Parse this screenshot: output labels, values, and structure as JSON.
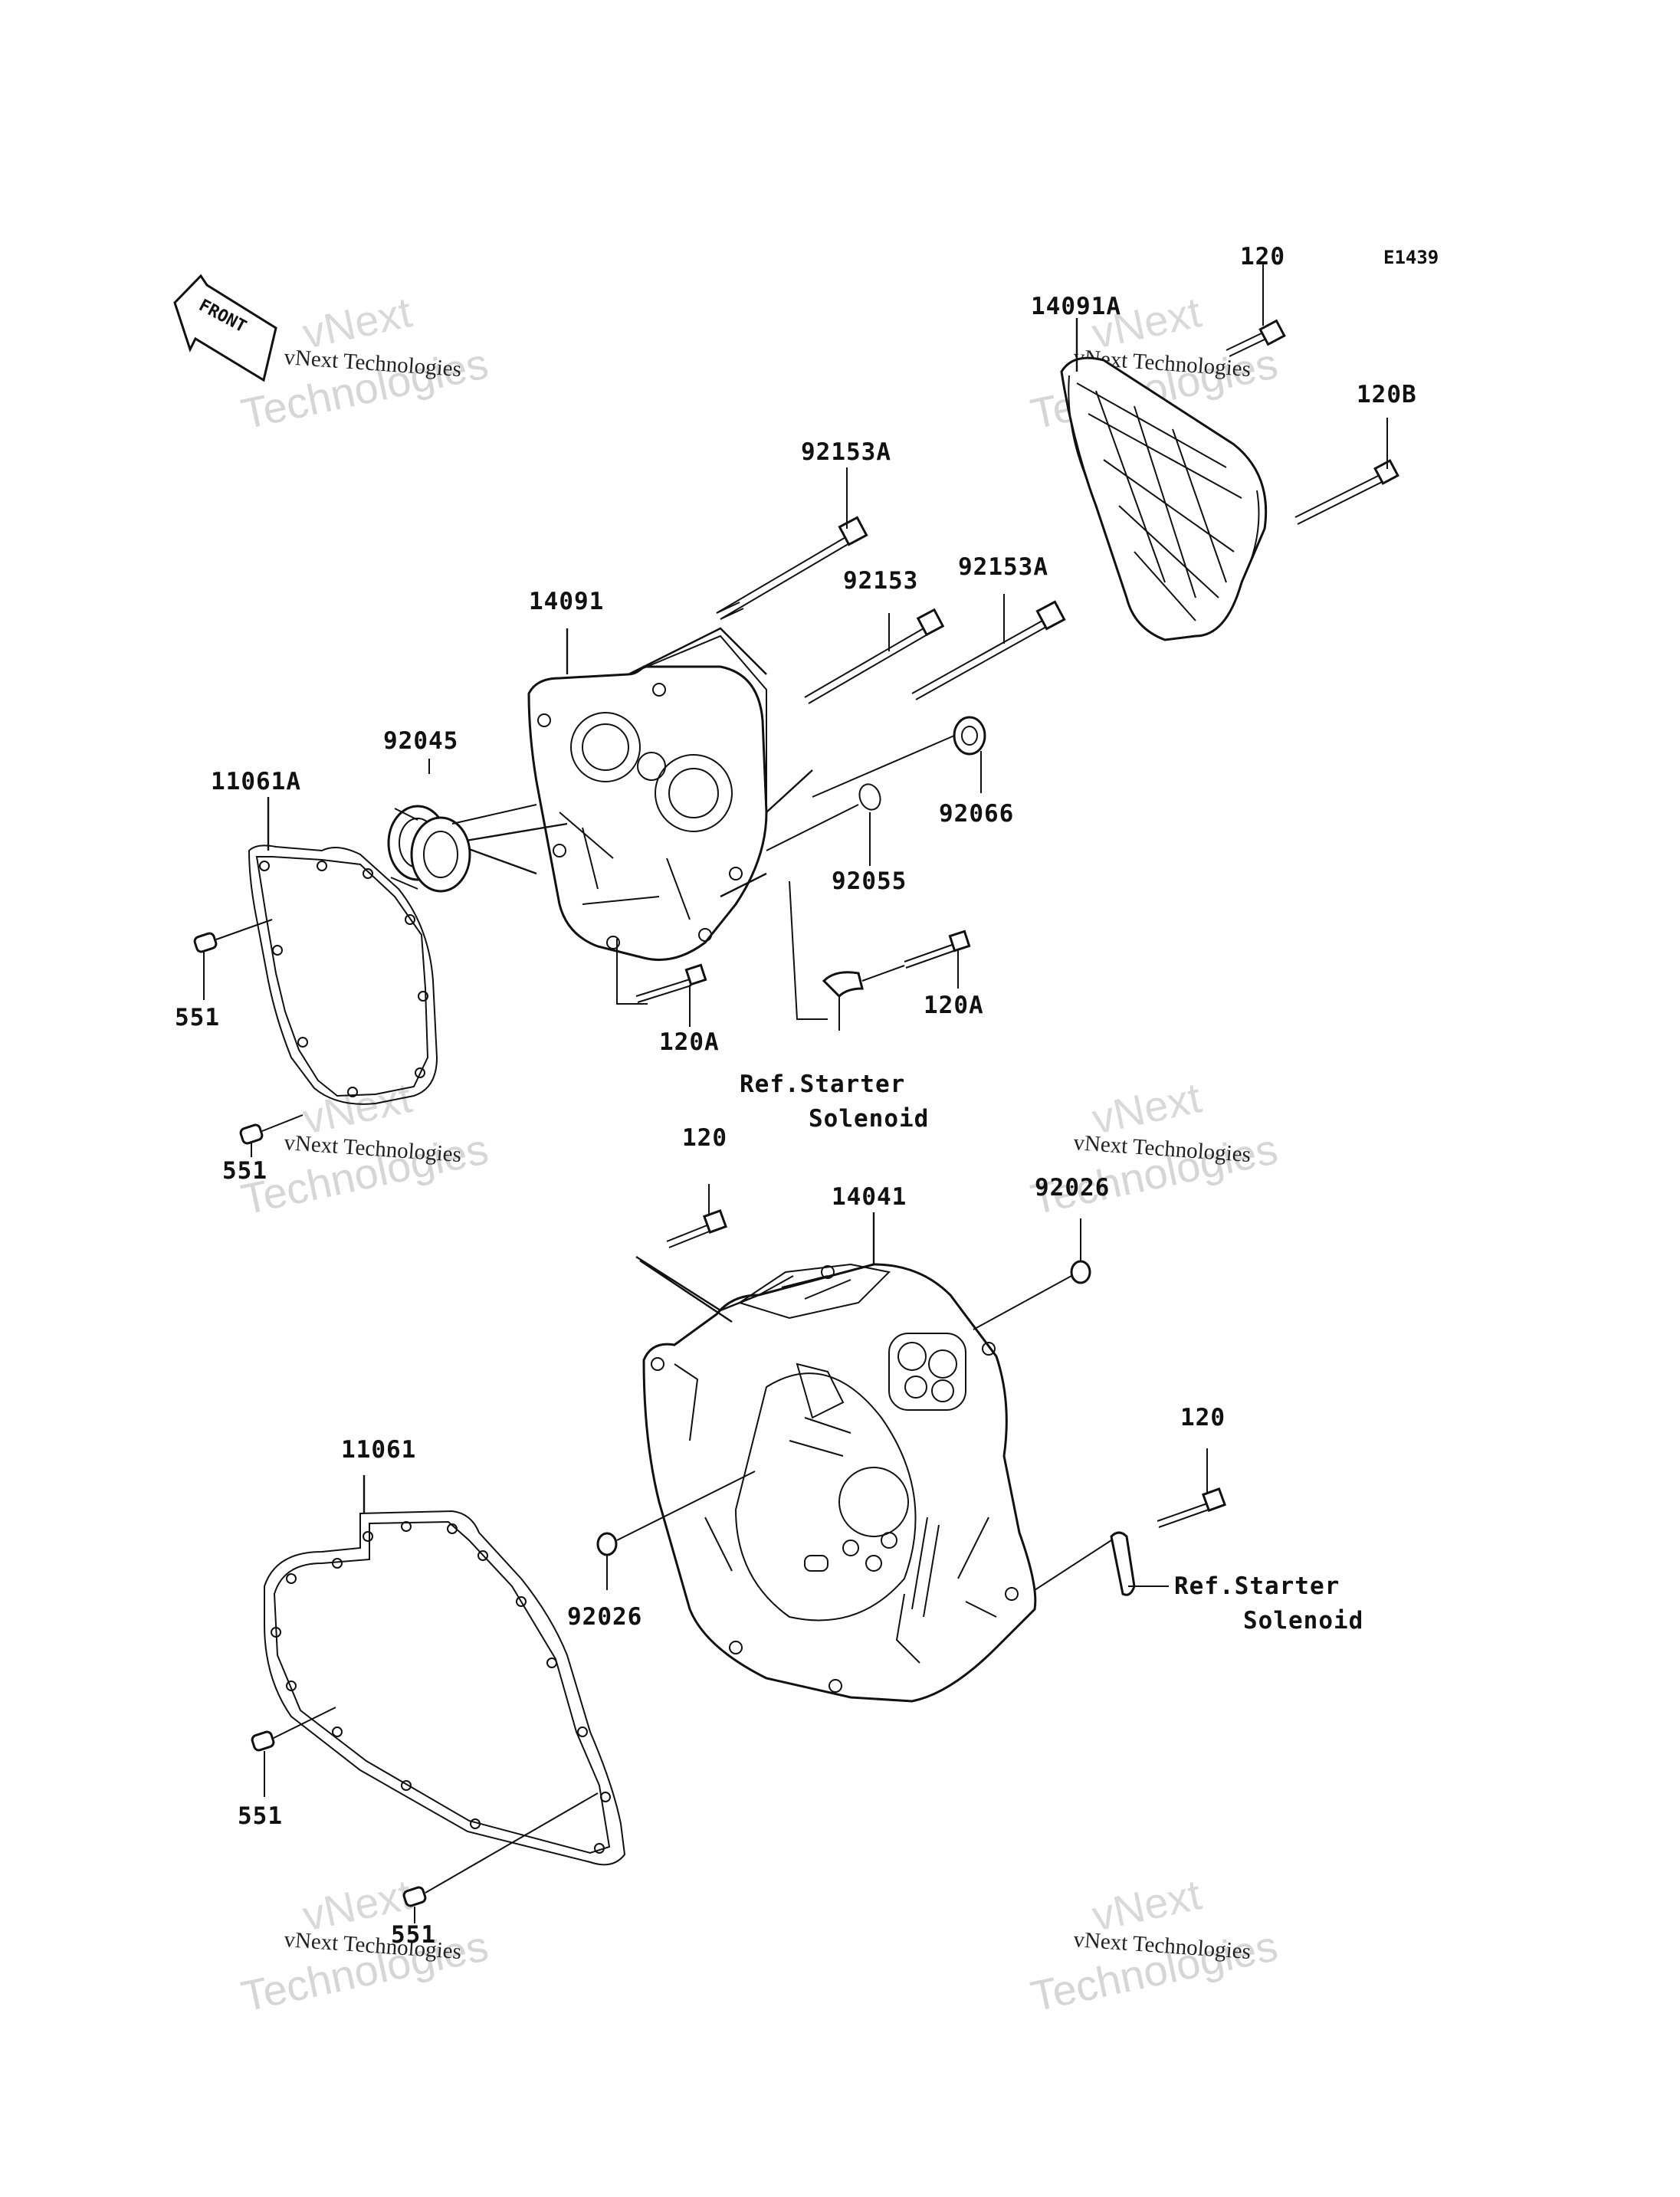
{
  "diagram_code": "E1439",
  "front_label": "FRONT",
  "watermark": {
    "line1": "vNext",
    "line2": "Technologies",
    "caption": "vNext Technologies"
  },
  "labels": [
    {
      "id": "l-120-top",
      "text": "120"
    },
    {
      "id": "l-14091A",
      "text": "14091A"
    },
    {
      "id": "l-120B",
      "text": "120B"
    },
    {
      "id": "l-92153A-1",
      "text": "92153A"
    },
    {
      "id": "l-92153",
      "text": "92153"
    },
    {
      "id": "l-92153A-2",
      "text": "92153A"
    },
    {
      "id": "l-14091",
      "text": "14091"
    },
    {
      "id": "l-92045",
      "text": "92045"
    },
    {
      "id": "l-11061A",
      "text": "11061A"
    },
    {
      "id": "l-92066",
      "text": "92066"
    },
    {
      "id": "l-92055",
      "text": "92055"
    },
    {
      "id": "l-551-1",
      "text": "551"
    },
    {
      "id": "l-551-2",
      "text": "551"
    },
    {
      "id": "l-120A-1",
      "text": "120A"
    },
    {
      "id": "l-120A-2",
      "text": "120A"
    },
    {
      "id": "l-ref1a",
      "text": "Ref.Starter"
    },
    {
      "id": "l-ref1b",
      "text": "Solenoid"
    },
    {
      "id": "l-120-mid",
      "text": "120"
    },
    {
      "id": "l-14041",
      "text": "14041"
    },
    {
      "id": "l-92026-1",
      "text": "92026"
    },
    {
      "id": "l-120-low",
      "text": "120"
    },
    {
      "id": "l-11061",
      "text": "11061"
    },
    {
      "id": "l-ref2a",
      "text": "Ref.Starter"
    },
    {
      "id": "l-ref2b",
      "text": "Solenoid"
    },
    {
      "id": "l-92026-2",
      "text": "92026"
    },
    {
      "id": "l-551-3",
      "text": "551"
    },
    {
      "id": "l-551-4",
      "text": "551"
    }
  ]
}
